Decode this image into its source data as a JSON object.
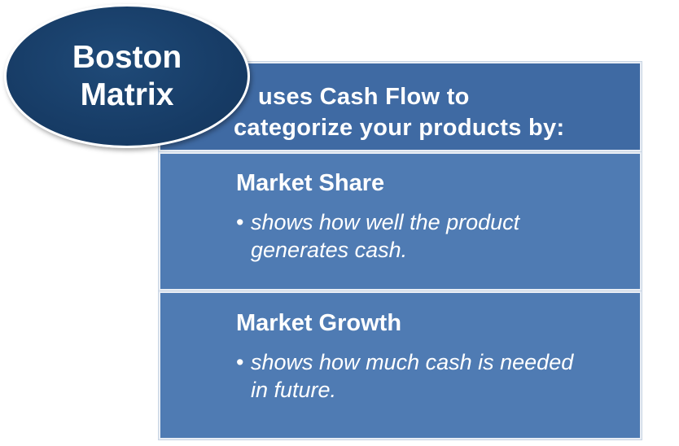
{
  "badge": {
    "line1": "Boston",
    "line2": "Matrix"
  },
  "header": {
    "line1": "uses Cash Flow to",
    "line2": "categorize your products by:"
  },
  "sections": [
    {
      "title": "Market Share",
      "bullet_line1": "shows how well the product",
      "bullet_line2": "generates cash."
    },
    {
      "title": "Market Growth",
      "bullet_line1": "shows how much cash is needed",
      "bullet_line2": "in future."
    }
  ],
  "bullet_symbol": "•",
  "colors": {
    "badge_fill": "#173c66",
    "header_fill": "#3f6aa3",
    "panel_fill": "#4f7bb3",
    "text": "#ffffff"
  }
}
